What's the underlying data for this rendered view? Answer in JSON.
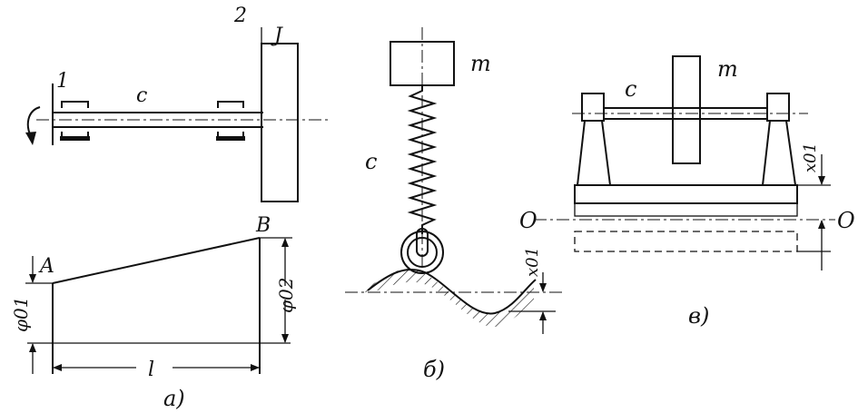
{
  "diagram_a": {
    "label_1": "1",
    "label_2": "2",
    "label_J": "J",
    "label_c": "c",
    "label_A": "A",
    "label_B": "B",
    "label_phi01": "φ01",
    "label_phi02": "φ02",
    "label_l": "l",
    "caption": "а)"
  },
  "diagram_b": {
    "label_m": "m",
    "label_c": "c",
    "label_x01": "x01",
    "caption": "б)"
  },
  "diagram_c": {
    "label_c": "c",
    "label_m": "m",
    "label_x01": "x01",
    "label_O_left": "O",
    "label_O_right": "O",
    "caption": "в)"
  }
}
